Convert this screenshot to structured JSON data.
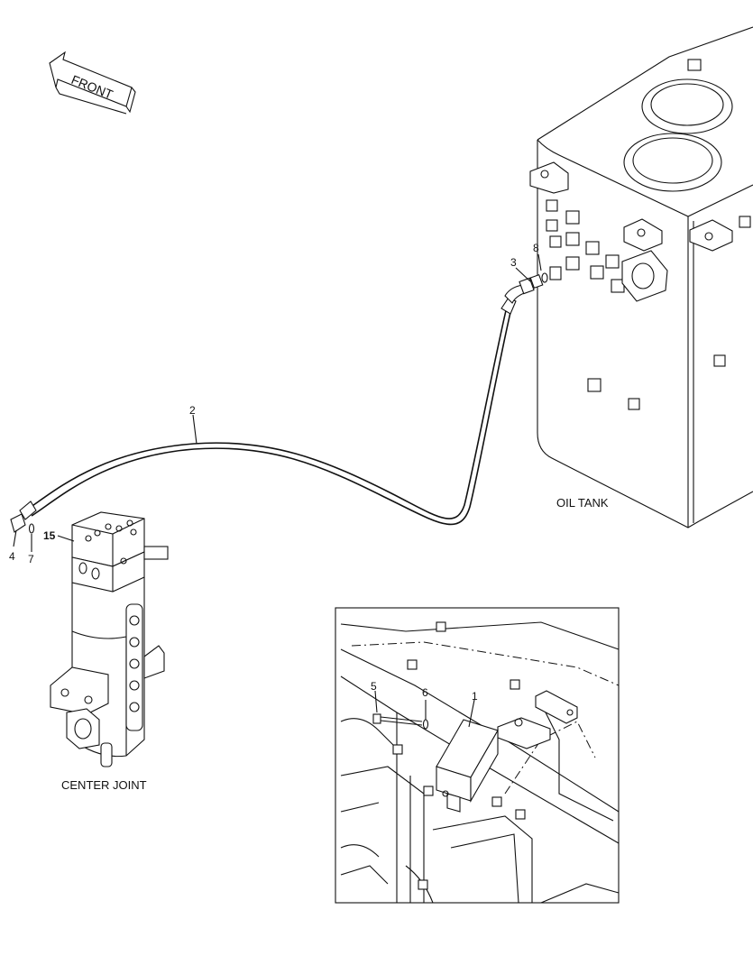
{
  "front_arrow": {
    "label": "FRONT"
  },
  "labels": {
    "oil_tank": "OIL TANK",
    "center_joint": "CENTER JOINT"
  },
  "callouts": [
    "1",
    "2",
    "3",
    "4",
    "5",
    "6",
    "7",
    "8",
    "15"
  ]
}
